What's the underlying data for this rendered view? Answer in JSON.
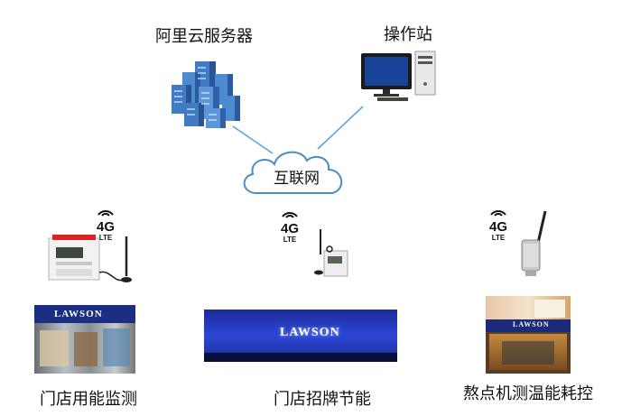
{
  "nodes": {
    "cloud_server": "阿里云服务器",
    "operator_station": "操作站",
    "internet": "互联网",
    "store_energy": "门店用能监测",
    "store_sign": "门店招牌节能",
    "oven_temp": "熬点机测温能耗控"
  },
  "badges": {
    "network": "4G",
    "network_sub": "LTE"
  },
  "store_brand": "LAWSON",
  "colors": {
    "server_blue": "#3a6fb0",
    "sign_blue": "#1a2f9c",
    "link_blue": "#5aa5d6",
    "cloud_stroke": "#4a8cc4"
  }
}
